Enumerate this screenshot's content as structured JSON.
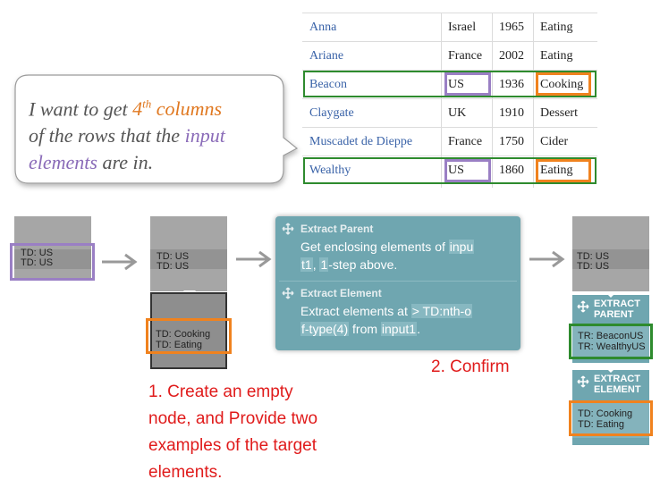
{
  "table": {
    "rows": [
      {
        "name": "Anna",
        "country": "Israel",
        "year": "1965",
        "food": "Eating"
      },
      {
        "name": "Ariane",
        "country": "France",
        "year": "2002",
        "food": "Eating"
      },
      {
        "name": "Beacon",
        "country": "US",
        "year": "1936",
        "food": "Cooking"
      },
      {
        "name": "Claygate",
        "country": "UK",
        "year": "1910",
        "food": "Dessert"
      },
      {
        "name": "Muscadet de Dieppe",
        "country": "France",
        "year": "1750",
        "food": "Cider"
      },
      {
        "name": "Wealthy",
        "country": "US",
        "year": "1860",
        "food": "Eating"
      }
    ]
  },
  "bubble": {
    "part1": "I want to get ",
    "ordinal": "4",
    "ordinal_sup": "th",
    "part2": " columns",
    "part3": "of the rows that the ",
    "input_word": "input",
    "elements_word": "elements",
    "part4": " are in."
  },
  "node1": {
    "line1": "TD: US",
    "line2": "TD: US"
  },
  "node2": {
    "top1": "TD: US",
    "top2": "TD: US",
    "bot1": "TD: Cooking",
    "bot2": "TD: Eating"
  },
  "panel": {
    "parent_title": "Extract Parent",
    "parent_body_a": "Get enclosing elements of ",
    "parent_chip1": "inpu",
    "parent_chip2": "t1",
    "parent_body_b": ", ",
    "parent_chip3": "1",
    "parent_body_c": "-step above.",
    "element_title": "Extract Element",
    "element_body_a": "Extract elements at ",
    "element_chip1": "> TD:nth-o",
    "element_chip2": "f-type(4)",
    "element_body_b": " from ",
    "element_chip3": "input1",
    "element_body_c": "."
  },
  "node3": {
    "top1": "TD: US",
    "top2": "TD: US",
    "parent_label_1": "EXTRACT",
    "parent_label_2": "PARENT",
    "parent_row1": "TR: BeaconUS",
    "parent_row2": "TR: WealthyUS",
    "element_label_1": "EXTRACT",
    "element_label_2": "ELEMENT",
    "element_row1": "TD: Cooking",
    "element_row2": "TD: Eating"
  },
  "annotations": {
    "step1_line1": "1. Create an empty",
    "step1_line2": "node, and Provide two",
    "step1_line3": "examples of the target",
    "step1_line4": "elements.",
    "step2": "2. Confirm"
  },
  "colors": {
    "purple": "#9a7fc4",
    "orange": "#f0821e",
    "green": "#2e8b2e",
    "teal": "#6fa6b0",
    "red": "#e01b1b"
  }
}
